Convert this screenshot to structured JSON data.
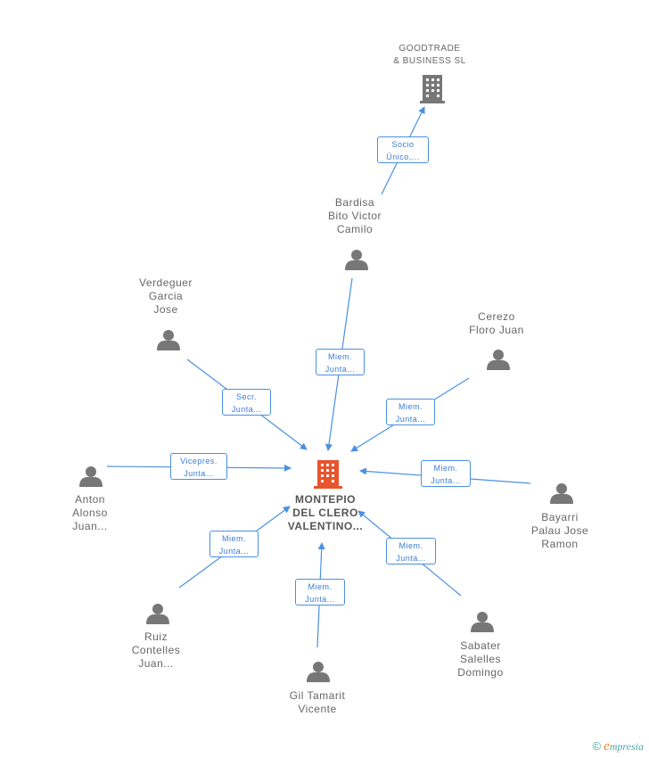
{
  "nodes": {
    "goodtrade": {
      "label": "GOODTRADE\n& BUSINESS SL"
    },
    "bardisa": {
      "label": "Bardisa\nBito Victor\nCamilo"
    },
    "verdeguer": {
      "label": "Verdeguer\nGarcia\nJose"
    },
    "cerezo": {
      "label": "Cerezo\nFloro Juan"
    },
    "anton": {
      "label": "Anton\nAlonso\nJuan..."
    },
    "center": {
      "label": "MONTEPIO\nDEL CLERO\nVALENTINO..."
    },
    "bayarri": {
      "label": "Bayarri\nPalau Jose\nRamon"
    },
    "ruiz": {
      "label": "Ruiz\nContelles\nJuan..."
    },
    "sabater": {
      "label": "Sabater\nSalelles\nDomingo"
    },
    "gil": {
      "label": "Gil Tamarit\nVicente"
    }
  },
  "edges": {
    "socio": {
      "l1": "Socio",
      "l2": "Único,..."
    },
    "bardisa": {
      "l1": "Miem.",
      "l2": "Junta..."
    },
    "verdeguer": {
      "l1": "Secr.",
      "l2": "Junta..."
    },
    "cerezo": {
      "l1": "Miem.",
      "l2": "Junta..."
    },
    "anton": {
      "l1": "Vicepres.",
      "l2": "Junta..."
    },
    "bayarri": {
      "l1": "Miem.",
      "l2": "Junta..."
    },
    "ruiz": {
      "l1": "Miem.",
      "l2": "Junta..."
    },
    "sabater": {
      "l1": "Miem.",
      "l2": "Junta..."
    },
    "gil": {
      "l1": "Miem.",
      "l2": "Junta..."
    }
  },
  "footer": {
    "copyright": "©",
    "brand_e": "e",
    "brand_rest": "mpresia"
  },
  "colors": {
    "edge": "#4a90e2",
    "person": "#777777",
    "company": "#777777",
    "center": "#e8542e"
  }
}
